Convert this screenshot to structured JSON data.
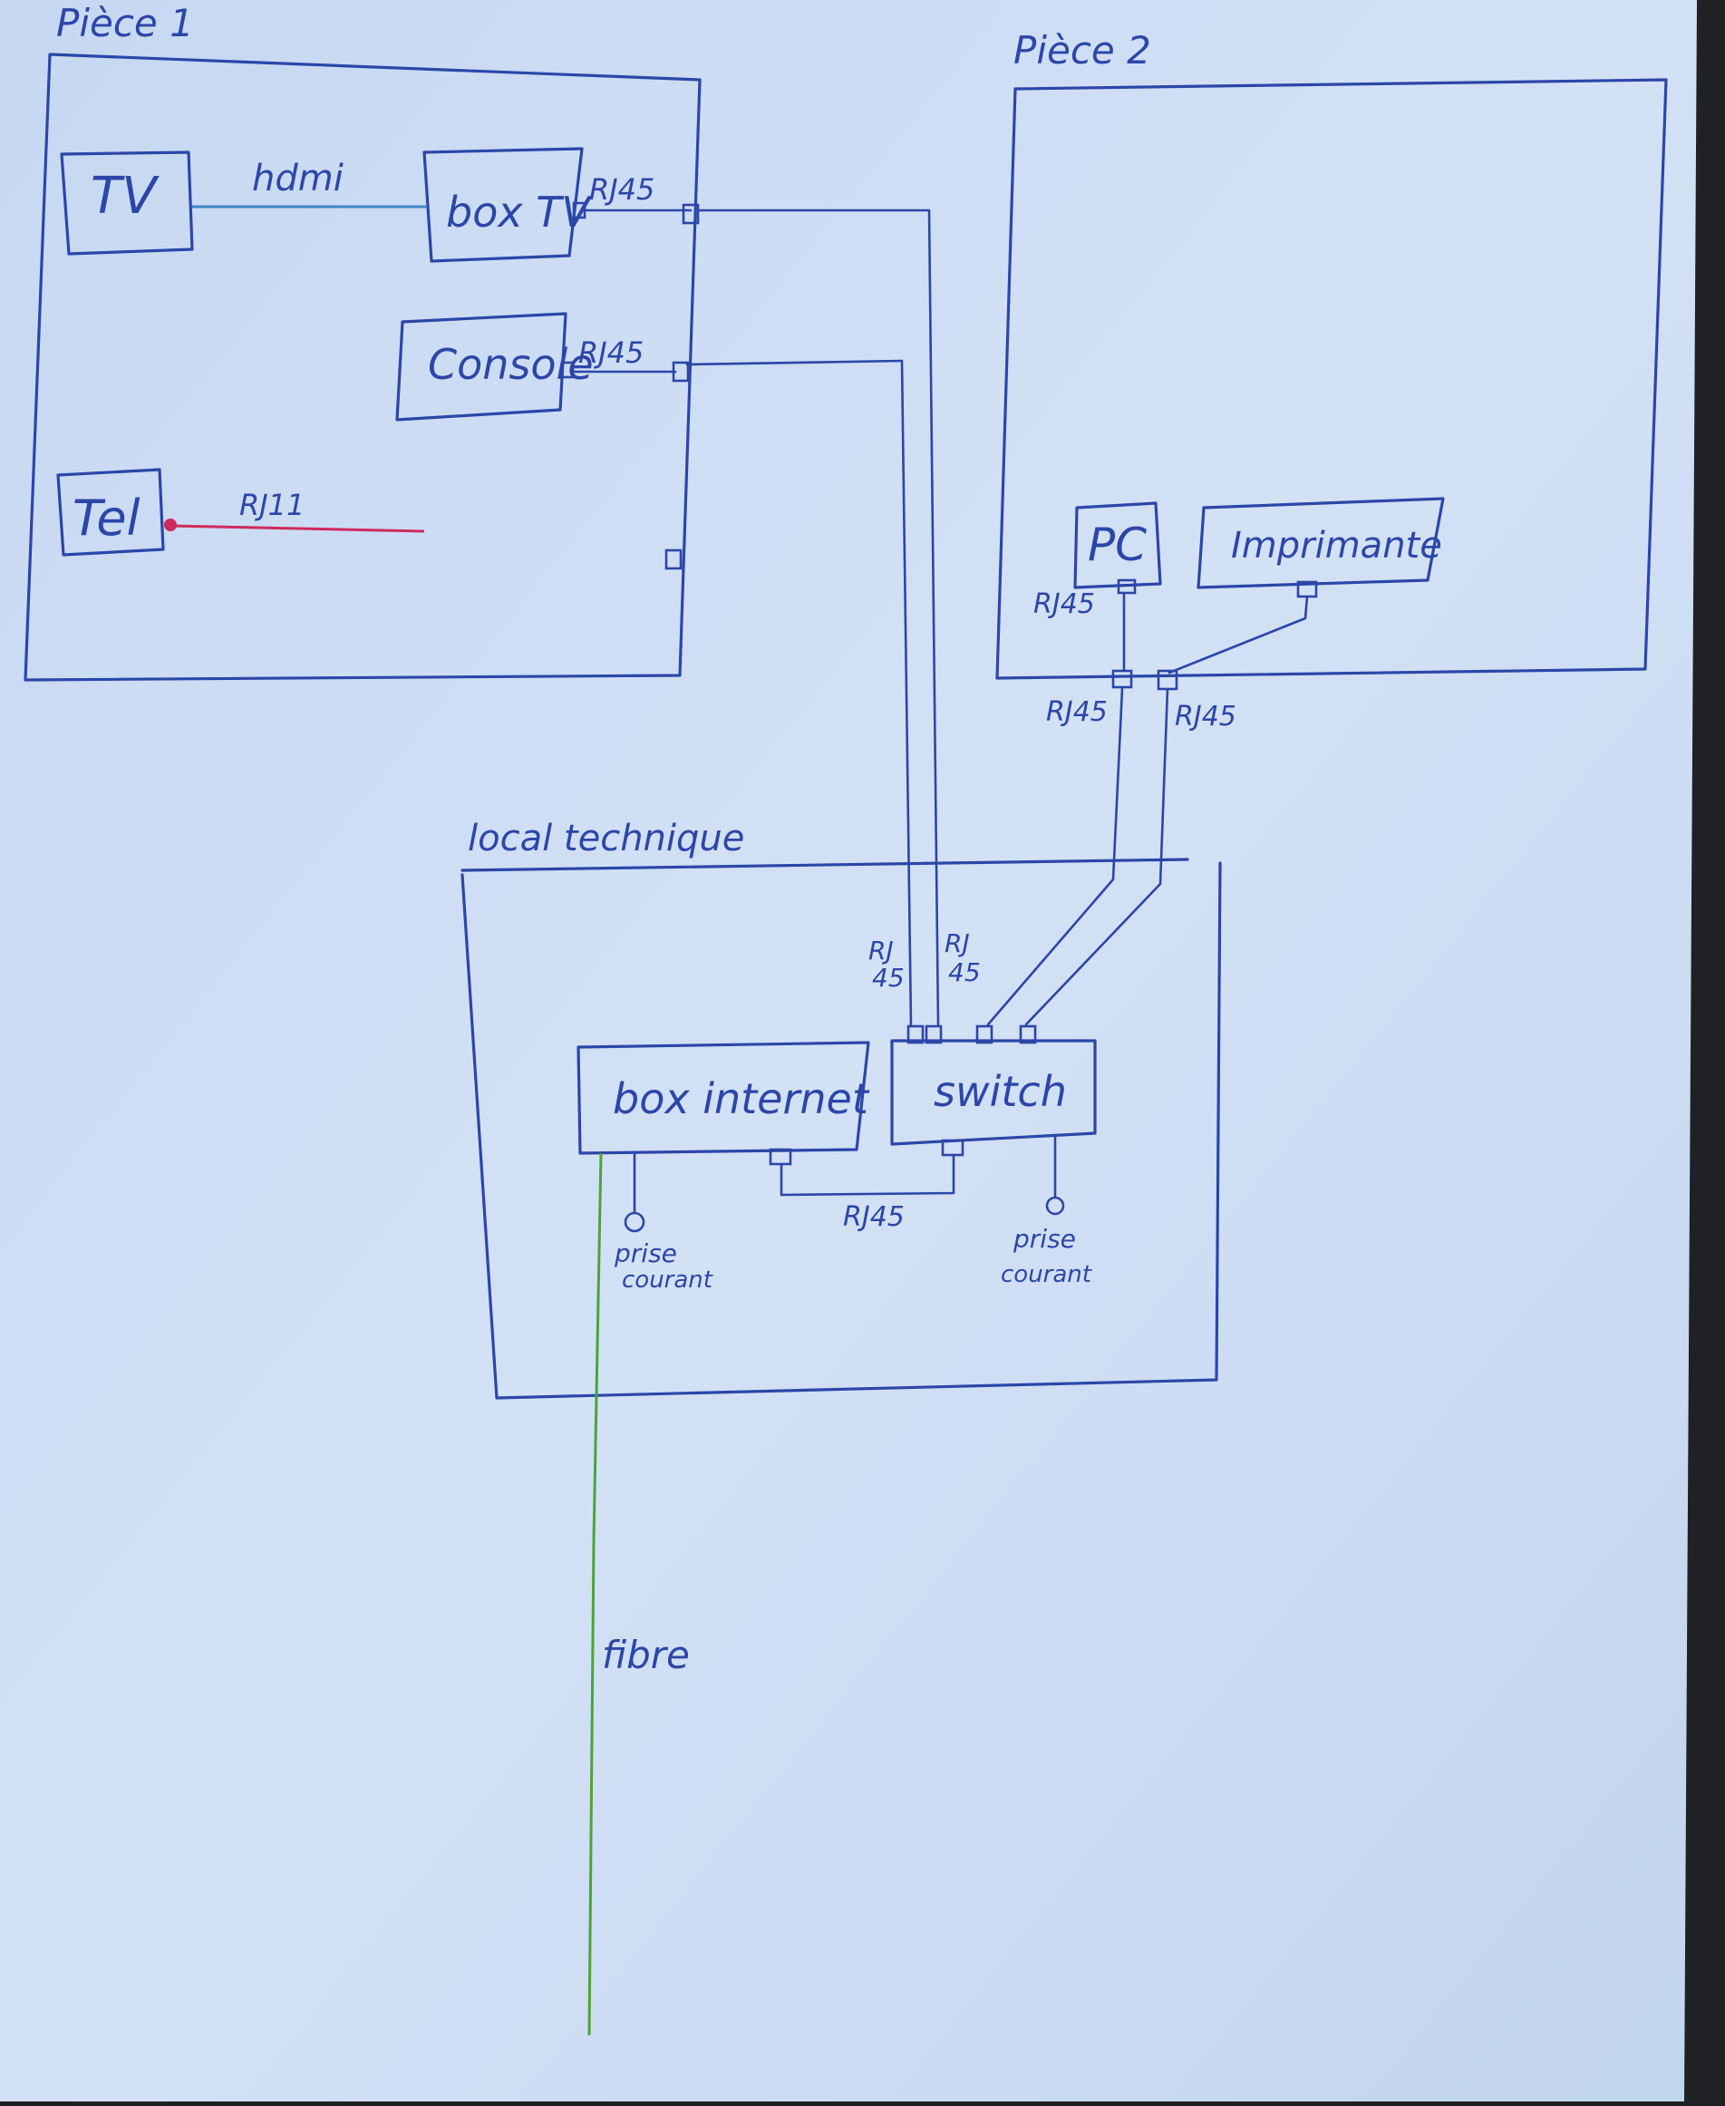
{
  "colors": {
    "ink": "#2c46a8",
    "hdmi_cable": "#3f86c8",
    "phone_cable": "#d02a5c",
    "fiber_cable": "#4ba43a",
    "paper": "#d0def3"
  },
  "rooms": {
    "piece1": "Pièce 1",
    "piece2": "Pièce 2",
    "local": "local technique"
  },
  "devices": {
    "tv": "TV",
    "box_tv": "box TV",
    "console": "Console",
    "tel": "Tel",
    "pc": "PC",
    "imprimante": "Imprimante",
    "box_internet": "box internet",
    "switch": "switch"
  },
  "cables": {
    "hdmi": "hdmi",
    "rj45": "RJ45",
    "rj11": "RJ11",
    "rj_line1": "RJ",
    "rj_line2": "45",
    "fibre": "fibre"
  },
  "power": {
    "line1": "prise",
    "line2": "courant"
  }
}
